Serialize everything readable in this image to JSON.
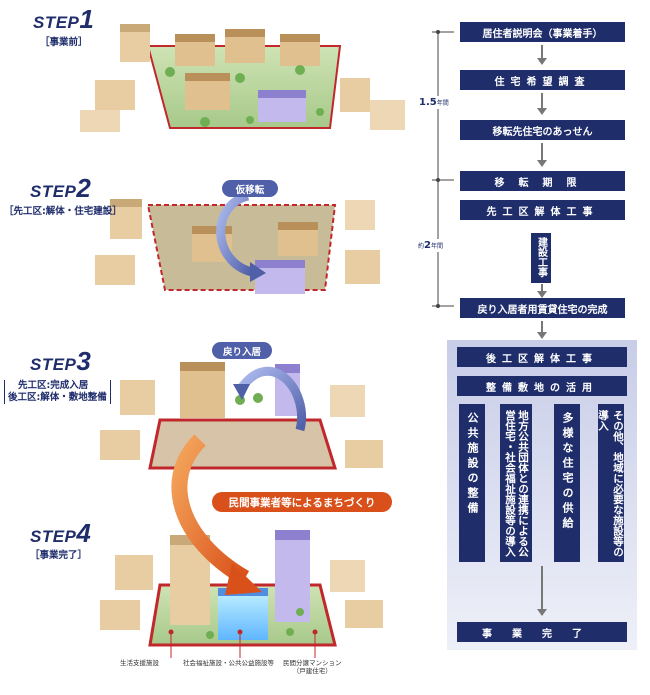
{
  "steps": [
    {
      "word": "STEP",
      "num": "1",
      "sub": "［事業前］"
    },
    {
      "word": "STEP",
      "num": "2",
      "sub": "［先工区:解体・住宅建設］"
    },
    {
      "word": "STEP",
      "num": "3",
      "sub1": "先工区:完成入居",
      "sub2": "後工区:解体・敷地整備"
    },
    {
      "word": "STEP",
      "num": "4",
      "sub": "［事業完了］"
    }
  ],
  "callouts": {
    "temp_move": "仮移転",
    "return_move": "戻り入居",
    "private_dev": "民間事業者等によるまちづくり"
  },
  "facility_labels": {
    "support": "生活支援施設",
    "welfare": "社会福祉施設・公共公益施設等",
    "condo_line1": "民間分譲マンション",
    "condo_line2": "（戸建住宅）"
  },
  "timeline": {
    "period1": {
      "value": "1.5",
      "unit": "年間"
    },
    "period2": {
      "prefix": "約",
      "value": "2",
      "unit": "年間"
    }
  },
  "flow": {
    "b1": "居住者説明会（事業着手）",
    "b2": "住宅希望調査",
    "b3": "移転先住宅のあっせん",
    "b4": "移転期限",
    "b5": "先工区解体工事",
    "b6": "建設工事",
    "b7": "戻り入居者用賃貸住宅の完成",
    "b8": "後工区解体工事",
    "b9": "整備敷地の活用",
    "v1": "公共施設の整備",
    "v2": "地方公共団体との連携による公営住宅・社会福祉施設等の導入",
    "v3": "多様な住宅の供給",
    "v4": "その他、地域に必要な施設等の導入",
    "b10": "事業完了"
  },
  "colors": {
    "navy": "#1f2d6b",
    "panel": "#d8dcee",
    "callout_blue": "#4f5fa8",
    "callout_orange": "#d9501a",
    "site_red": "#c0282c"
  }
}
